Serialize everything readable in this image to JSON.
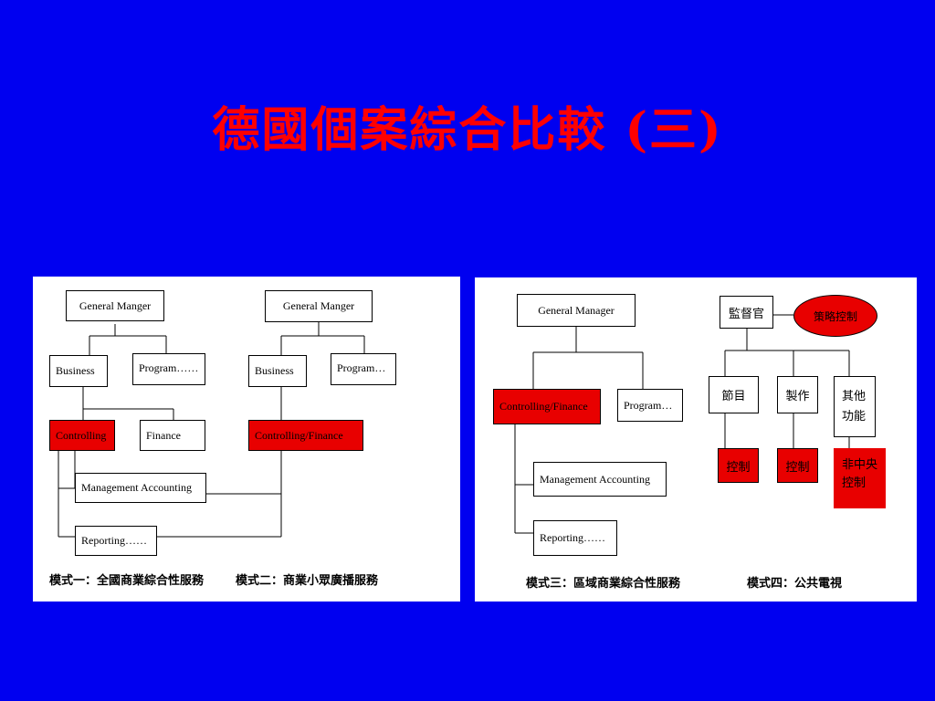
{
  "title": "德國個案綜合比較 (三)",
  "colors": {
    "background": "#0000f0",
    "title": "#ff0000",
    "highlight": "#e80000",
    "panel": "#ffffff"
  },
  "left_panel": {
    "model1": {
      "general": "General Manger",
      "business": "Business",
      "program": "Program……",
      "controlling": "Controlling",
      "finance": "Finance",
      "management_accounting": "Management Accounting",
      "reporting": "Reporting……",
      "caption": "模式一：全國商業綜合性服務"
    },
    "model2": {
      "general": "General Manger",
      "business": "Business",
      "program": "Program…",
      "controlling_finance": "Controlling/Finance",
      "caption": "模式二：商業小眾廣播服務"
    }
  },
  "right_panel": {
    "model3": {
      "general": "General Manager",
      "controlling_finance": "Controlling/Finance",
      "program": "Program…",
      "management_accounting": "Management Accounting",
      "reporting": "Reporting……",
      "caption": "模式三：區域商業綜合性服務"
    },
    "model4": {
      "supervisor": "監督官",
      "strategic_control": "策略控制",
      "program": "節目",
      "production": "製作",
      "other_functions": "其他功能",
      "control_1": "控制",
      "control_2": "控制",
      "non_central_control": "非中央控制",
      "caption": "模式四：公共電視"
    }
  }
}
